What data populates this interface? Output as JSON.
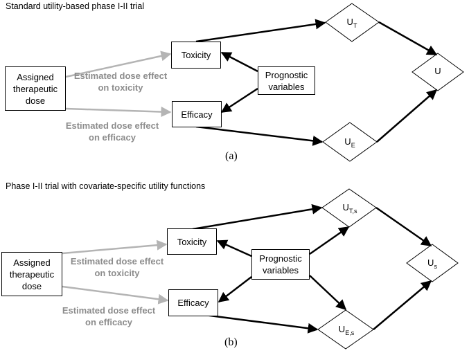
{
  "panel_a": {
    "heading": "Standard utility-based phase I-II trial",
    "dose_box": {
      "line1": "Assigned",
      "line2": "therapeutic",
      "line3": "dose"
    },
    "toxicity": "Toxicity",
    "efficacy": "Efficacy",
    "prognostic": {
      "line1": "Prognostic",
      "line2": "variables"
    },
    "dose_tox_label": {
      "line1": "Estimated dose effect",
      "line2": "on toxicity"
    },
    "dose_eff_label": {
      "line1": "Estimated dose effect",
      "line2": "on efficacy"
    },
    "ut": {
      "main": "U",
      "sub": "T"
    },
    "ue": {
      "main": "U",
      "sub": "E"
    },
    "u": {
      "main": "U",
      "sub": ""
    },
    "caption": "(a)"
  },
  "panel_b": {
    "heading": "Phase I-II trial with covariate-specific utility functions",
    "dose_box": {
      "line1": "Assigned",
      "line2": "therapeutic",
      "line3": "dose"
    },
    "toxicity": "Toxicity",
    "efficacy": "Efficacy",
    "prognostic": {
      "line1": "Prognostic",
      "line2": "variables"
    },
    "dose_tox_label": {
      "line1": "Estimated dose effect",
      "line2": "on toxicity"
    },
    "dose_eff_label": {
      "line1": "Estimated dose effect",
      "line2": "on efficacy"
    },
    "ut": {
      "main": "U",
      "sub": "T,s"
    },
    "ue": {
      "main": "U",
      "sub": "E,s"
    },
    "u": {
      "main": "U",
      "sub": "s"
    },
    "caption": "(b)"
  },
  "colors": {
    "black_arrow": "#000000",
    "gray_arrow": "#b4b4b4",
    "gray_text": "#8c8c8c"
  }
}
